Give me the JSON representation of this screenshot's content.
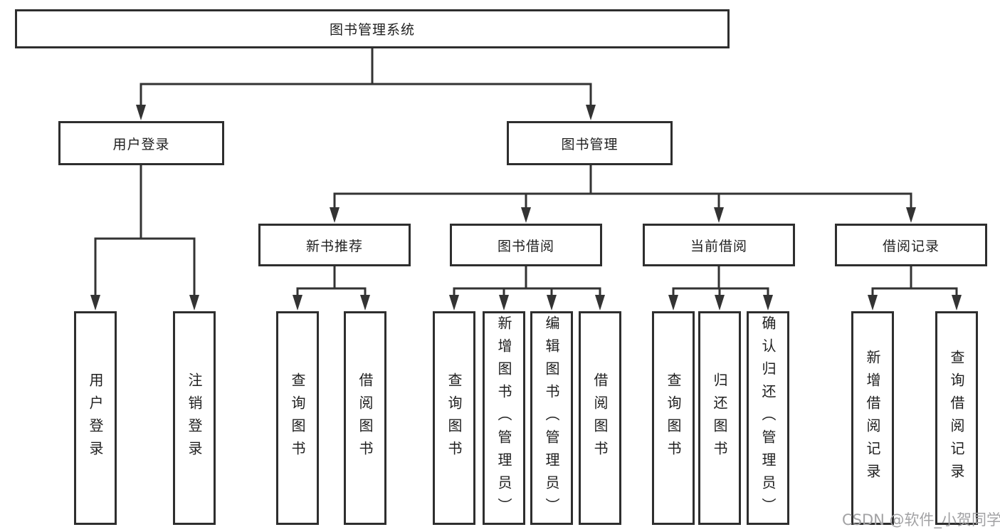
{
  "tree": {
    "label": "图书管理系统",
    "children": [
      {
        "label": "用户登录",
        "children": [
          {
            "label": "用户登录"
          },
          {
            "label": "注销登录"
          }
        ]
      },
      {
        "label": "图书管理",
        "children": [
          {
            "label": "新书推荐",
            "children": [
              {
                "label": "查询图书"
              },
              {
                "label": "借阅图书"
              }
            ]
          },
          {
            "label": "图书借阅",
            "children": [
              {
                "label": "查询图书"
              },
              {
                "label": "新增图书（管理员）"
              },
              {
                "label": "编辑图书（管理员）"
              },
              {
                "label": "借阅图书"
              }
            ]
          },
          {
            "label": "当前借阅",
            "children": [
              {
                "label": "查询图书"
              },
              {
                "label": "归还图书"
              },
              {
                "label": "确认归还（管理员）"
              }
            ]
          },
          {
            "label": "借阅记录",
            "children": [
              {
                "label": "新增借阅记录"
              },
              {
                "label": "查询借阅记录"
              }
            ]
          }
        ]
      }
    ]
  },
  "watermark": {
    "text": "CSDN @软件_小贺同学"
  },
  "colors": {
    "line": "#333333",
    "box_border": "#2e2e2e",
    "text": "#1f1f1f",
    "watermark": "#a2a2a4",
    "background": "#ffffff"
  }
}
